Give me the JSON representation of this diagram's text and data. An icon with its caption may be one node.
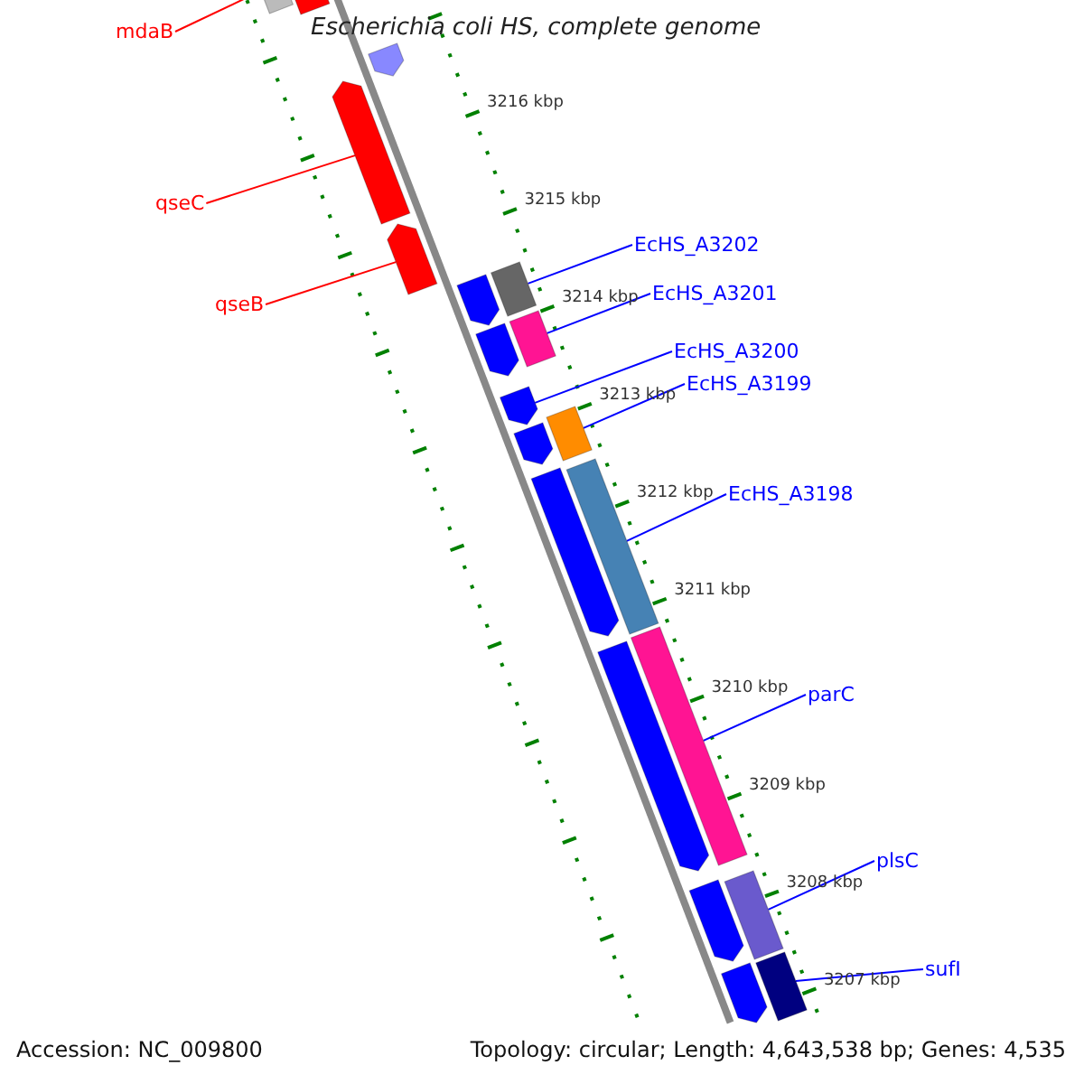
{
  "diagram": {
    "title": "Escherichia coli HS, complete genome",
    "nodes": [
      {
        "text": [
          "mdaB"
        ]
      },
      {
        "text": [],
        "shape": "bar"
      },
      {
        "text": [
          "qseC"
        ]
      },
      {
        "text": [],
        "shape": "bar"
      },
      {
        "text": [
          "qseB"
        ]
      },
      {
        "text": [],
        "shape": "bar"
      },
      {
        "text": [
          "EcHS_A3202"
        ]
      },
      {
        "text": [],
        "shape": "bar"
      },
      {
        "text": [
          "EcHS_A3201"
        ]
      },
      {
        "text": [],
        "shape": "bar"
      },
      {
        "text": [
          "EcHS_A3200"
        ]
      },
      {
        "text": [],
        "shape": "bar"
      },
      {
        "text": [
          "EcHS_A3199"
        ]
      },
      {
        "text": [],
        "shape": "bar"
      },
      {
        "text": [
          "EcHS_A3198"
        ]
      },
      {
        "text": [],
        "shape": "bar"
      },
      {
        "text": [
          "parC"
        ]
      },
      {
        "text": [],
        "shape": "bar"
      },
      {
        "text": [
          "plsC"
        ]
      },
      {
        "text": [],
        "shape": "bar"
      },
      {
        "text": [
          "sufI"
        ]
      },
      {
        "text": [],
        "shape": "bar"
      },
      {
        "text": [],
        "shape": "bar"
      },
      {
        "text": [],
        "shape": "bar"
      },
      {
        "text": [],
        "shape": "bar"
      },
      {
        "text": [],
        "shape": "bar"
      },
      {
        "text": [],
        "shape": "bar"
      },
      {
        "text": [],
        "shape": "bar"
      },
      {
        "text": [],
        "shape": "bar"
      },
      {
        "text": [],
        "shape": "bar"
      },
      {
        "text": [],
        "shape": "bar"
      }
    ],
    "edges": [
      {
        "from": 0,
        "to": 1,
        "arrow": "none",
        "color": "#ff0000"
      },
      {
        "from": 2,
        "to": 3,
        "arrow": "none",
        "color": "#ff0000"
      },
      {
        "from": 4,
        "to": 5,
        "arrow": "none",
        "color": "#ff0000"
      },
      {
        "from": 6,
        "to": 7,
        "arrow": "none"
      },
      {
        "from": 8,
        "to": 9,
        "arrow": "none"
      },
      {
        "from": 10,
        "to": 11,
        "arrow": "none"
      },
      {
        "from": 12,
        "to": 13,
        "arrow": "none"
      },
      {
        "from": 14,
        "to": 15,
        "arrow": "none"
      },
      {
        "from": 16,
        "to": 17,
        "arrow": "none"
      },
      {
        "from": 18,
        "to": 19,
        "arrow": "none"
      },
      {
        "from": 20,
        "to": 21,
        "arrow": "none"
      }
    ],
    "labels": [
      "3216 kbp",
      "3215 kbp",
      "3214 kbp",
      "3213 kbp",
      "3212 kbp",
      "3211 kbp",
      "3210 kbp",
      "3209 kbp",
      "3208 kbp",
      "3207 kbp",
      "Accession: NC_009800",
      "Topology: circular; Length: 4,643,538 bp; Genes: 4,535"
    ]
  }
}
